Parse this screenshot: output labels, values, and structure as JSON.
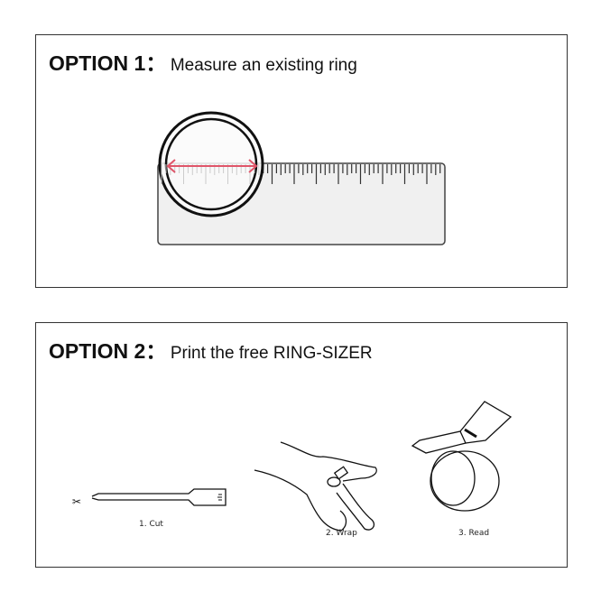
{
  "option1": {
    "label": "OPTION 1：",
    "description": "Measure an existing ring"
  },
  "option2": {
    "label": "OPTION 2：",
    "description": "Print the free RING-SIZER"
  },
  "steps": [
    {
      "label": "1. Cut",
      "icon": "scissors-strip"
    },
    {
      "label": "2. Wrap",
      "icon": "finger-wrap"
    },
    {
      "label": "3. Read",
      "icon": "loop-read"
    }
  ],
  "colors": {
    "arrow": "#e0566a",
    "ruler_fill": "#f0f0f0",
    "border": "#333333"
  }
}
